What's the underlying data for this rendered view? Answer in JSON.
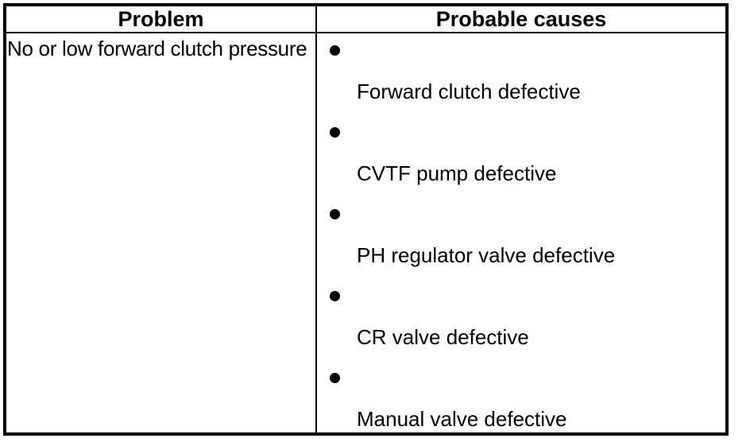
{
  "table": {
    "headers": {
      "problem": "Problem",
      "causes": "Probable causes"
    },
    "rows": [
      {
        "problem": "No or low forward clutch pressure",
        "causes": [
          "Forward clutch defective",
          "CVTF pump defective",
          "PH regulator valve defective",
          "CR valve defective",
          "Manual valve defective"
        ]
      }
    ],
    "colors": {
      "border": "#000000",
      "text": "#000000",
      "background": "#ffffff"
    }
  }
}
